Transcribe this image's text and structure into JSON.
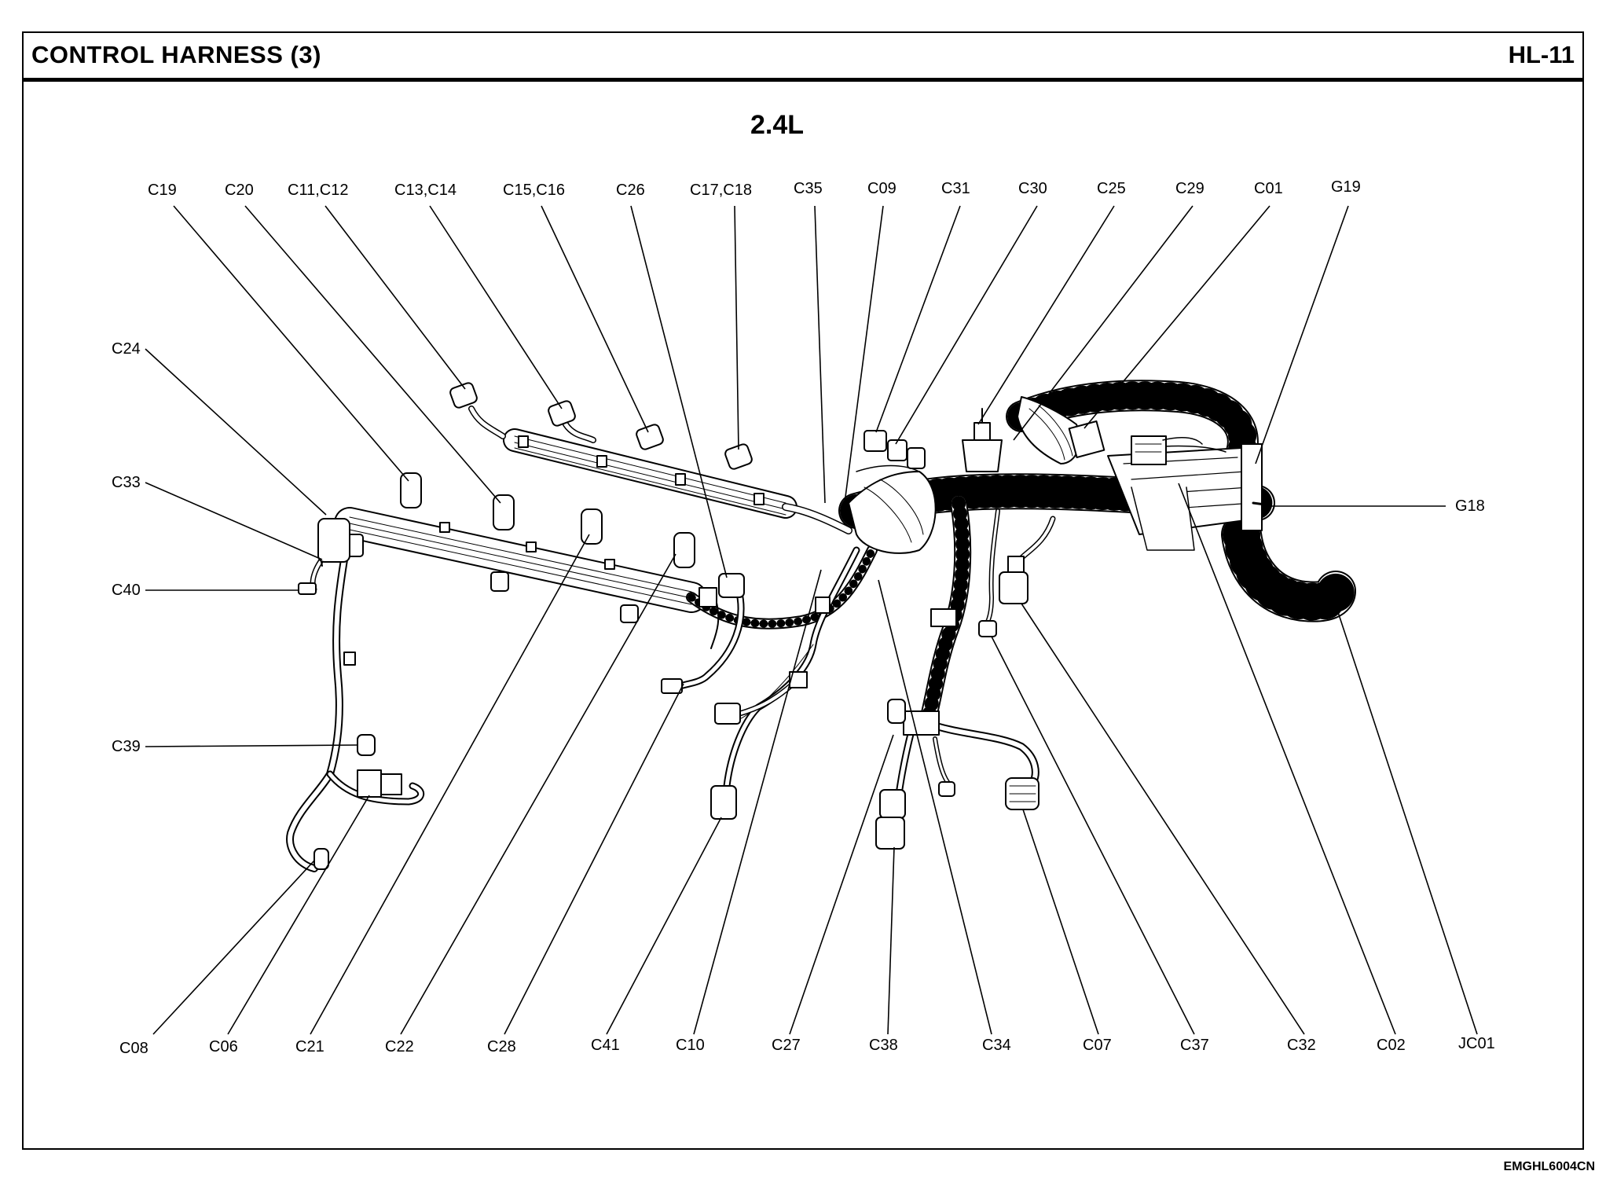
{
  "header": {
    "title": "CONTROL HARNESS (3)",
    "page": "HL-11"
  },
  "subtitle": "2.4L",
  "footer": {
    "code": "EMGHL6004CN"
  },
  "labels": {
    "C19": "C19",
    "C20": "C20",
    "C11C12": "C11,C12",
    "C13C14": "C13,C14",
    "C15C16": "C15,C16",
    "C26": "C26",
    "C17C18": "C17,C18",
    "C35": "C35",
    "C09": "C09",
    "C31": "C31",
    "C30": "C30",
    "C25": "C25",
    "C29": "C29",
    "C01": "C01",
    "G19": "G19",
    "G18": "G18",
    "C24": "C24",
    "C33": "C33",
    "C40": "C40",
    "C39": "C39",
    "C08": "C08",
    "C06": "C06",
    "C21": "C21",
    "C22": "C22",
    "C28": "C28",
    "C41": "C41",
    "C10": "C10",
    "C27": "C27",
    "C38": "C38",
    "C34": "C34",
    "C07": "C07",
    "C37": "C37",
    "C32": "C32",
    "C02": "C02",
    "JC01": "JC01"
  }
}
